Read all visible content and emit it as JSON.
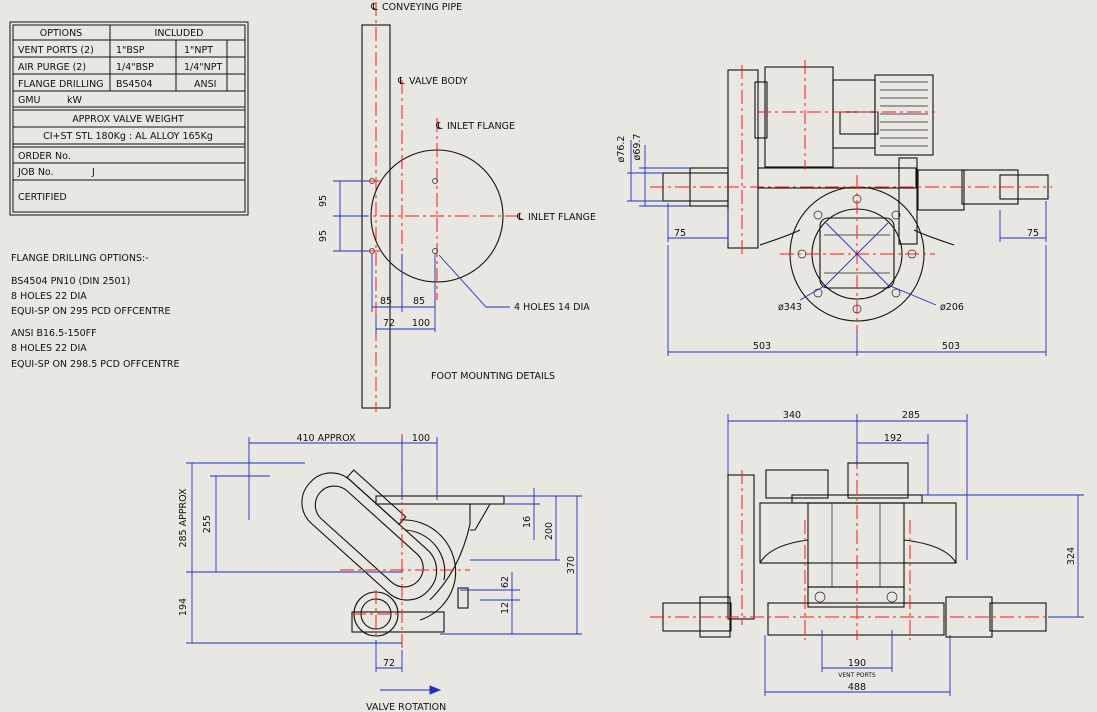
{
  "options_table": {
    "header_left": "OPTIONS",
    "header_right": "INCLUDED",
    "rows": [
      {
        "label": "VENT PORTS (2)",
        "bsp": "1\"BSP",
        "npt": "1\"NPT"
      },
      {
        "label": "AIR PURGE (2)",
        "bsp": "1/4\"BSP",
        "npt": "1/4\"NPT"
      },
      {
        "label": "FLANGE DRILLING",
        "bsp": "BS4504",
        "npt": "ANSI"
      }
    ],
    "gmu_label": "GMU",
    "kw_label": "kW",
    "weight_title": "APPROX VALVE WEIGHT",
    "weight_value": "CI+ST STL 180Kg : AL ALLOY 165Kg",
    "order_label": "ORDER No.",
    "job_label": "JOB No.",
    "job_value": "J",
    "certified_label": "CERTIFIED"
  },
  "flange_notes": {
    "title": "FLANGE DRILLING OPTIONS:-",
    "bs_lines": [
      "BS4504 PN10 (DIN 2501)",
      "8 HOLES 22 DIA",
      "EQUI-SP ON 295 PCD OFFCENTRE"
    ],
    "ansi_lines": [
      "ANSI B16.5-150FF",
      "8 HOLES 22 DIA",
      "EQUI-SP ON 298.5 PCD OFFCENTRE"
    ]
  },
  "foot_view": {
    "conveying_pipe": "CONVEYING PIPE",
    "valve_body": "VALVE BODY",
    "inlet_flange_top": "INLET FLANGE",
    "inlet_flange_right": "INLET FLANGE",
    "holes_note": "4 HOLES 14 DIA",
    "title": "FOOT MOUNTING DETAILS",
    "dims": {
      "v95a": "95",
      "v95b": "95",
      "h85a": "85",
      "h85b": "85",
      "h72": "72",
      "h100": "100"
    }
  },
  "front_view": {
    "d762": "ø76.2",
    "d697": "ø69.7",
    "d75l": "75",
    "d75r": "75",
    "d343": "ø343",
    "d206": "ø206",
    "d503l": "503",
    "d503r": "503"
  },
  "side_view": {
    "d410": "410 APPROX",
    "d100": "100",
    "d285": "285 APPROX",
    "d255": "255",
    "d194": "194",
    "d16": "16",
    "d200": "200",
    "d370": "370",
    "d62": "62",
    "d12": "12",
    "d72": "72",
    "rotation": "VALVE ROTATION"
  },
  "bottom_view": {
    "d340": "340",
    "d285": "285",
    "d192": "192",
    "d324": "324",
    "d190": "190",
    "vent_ports": "VENT PORTS",
    "d488": "488"
  },
  "colors": {
    "background": "#e8e7e2",
    "centerline": "#ff1a1a",
    "dimension": "#2030c0",
    "outline": "#111111"
  }
}
